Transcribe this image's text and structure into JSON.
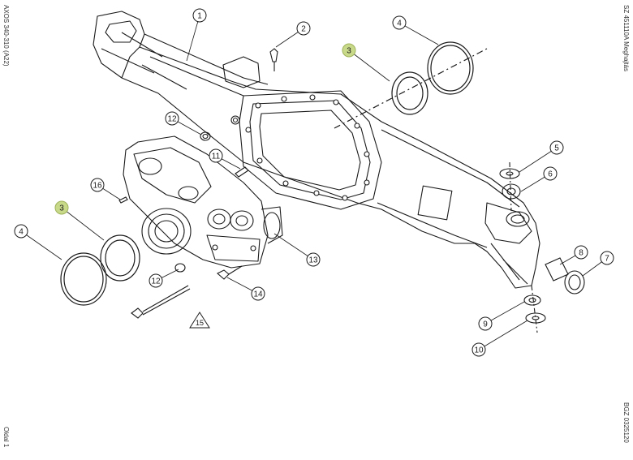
{
  "side_labels": {
    "top_left": "AXOS 340-310 (A22)",
    "bottom_left": "Oldal 1",
    "top_right": "SZ 451110A  Meghajtás",
    "bottom_right": "BGZ 0325120"
  },
  "callouts": [
    {
      "num": "1",
      "highlight": false
    },
    {
      "num": "2",
      "highlight": false
    },
    {
      "num": "3",
      "highlight": true
    },
    {
      "num": "4",
      "highlight": false
    },
    {
      "num": "5",
      "highlight": false
    },
    {
      "num": "6",
      "highlight": false
    },
    {
      "num": "7",
      "highlight": false
    },
    {
      "num": "8",
      "highlight": false
    },
    {
      "num": "9",
      "highlight": false
    },
    {
      "num": "10",
      "highlight": false
    },
    {
      "num": "11",
      "highlight": false
    },
    {
      "num": "12",
      "highlight": false
    },
    {
      "num": "13",
      "highlight": false
    },
    {
      "num": "14",
      "highlight": false
    },
    {
      "num": "3",
      "highlight": true
    },
    {
      "num": "4",
      "highlight": false
    },
    {
      "num": "12",
      "highlight": false
    },
    {
      "num": "16",
      "highlight": false
    }
  ],
  "triangle_label": "15",
  "colors": {
    "line": "#1a1a1a",
    "highlight_fill": "#c8d98a",
    "highlight_stroke": "#9fb35a"
  }
}
